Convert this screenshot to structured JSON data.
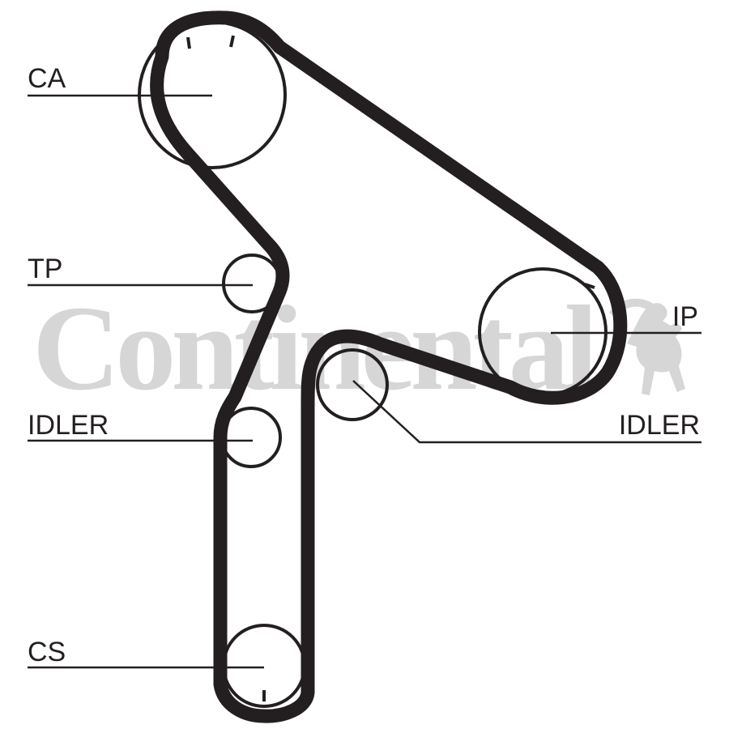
{
  "brand": {
    "watermark": "Continental",
    "belt_color": "#231f20",
    "watermark_color": "#d6d6d6"
  },
  "labels": {
    "ca": "CA",
    "tp": "TP",
    "idler_left": "IDLER",
    "cs": "CS",
    "ip": "IP",
    "idler_right": "IDLER"
  },
  "icons": {
    "watermark_horse": "rearing-horse-icon"
  }
}
